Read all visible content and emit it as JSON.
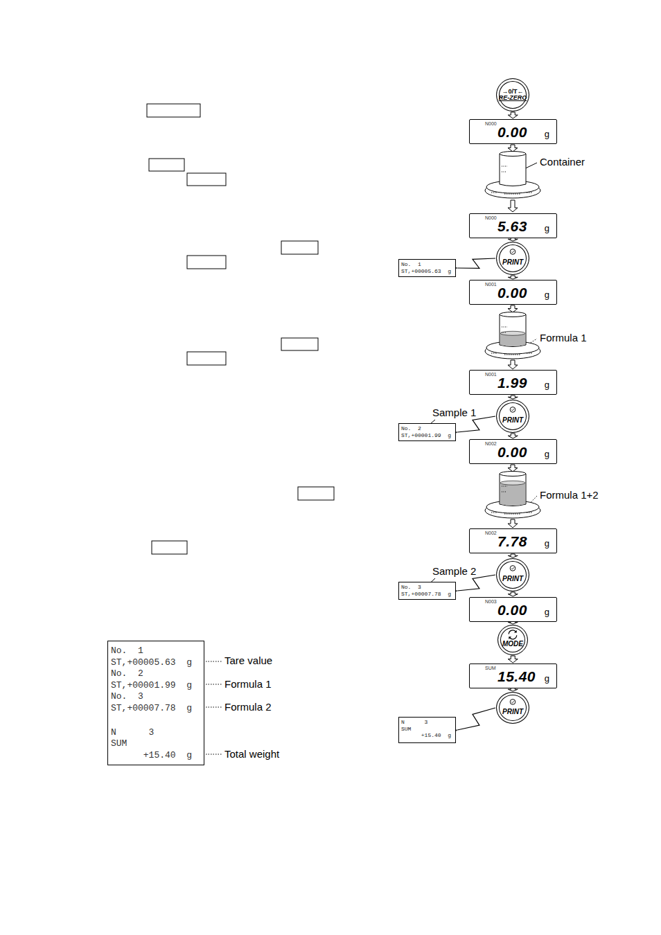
{
  "diagram": {
    "nodes": [
      {
        "text": [
          "→0/T←",
          "RE-ZERO"
        ]
      },
      {
        "text": [
          "N000",
          "0.00",
          "g"
        ]
      },
      {
        "text": [
          "N000",
          "5.63",
          "g"
        ]
      },
      {
        "text": [
          "No.  1",
          "ST,+00005.63  g"
        ]
      },
      {
        "text": [
          "PRINT"
        ]
      },
      {
        "text": [
          "N001",
          "0.00",
          "g"
        ]
      },
      {
        "text": [
          "N001",
          "1.99",
          "g"
        ]
      },
      {
        "text": [
          "No.  2",
          "ST,+00001.99  g"
        ]
      },
      {
        "text": [
          "PRINT"
        ]
      },
      {
        "text": [
          "N002",
          "0.00",
          "g"
        ]
      },
      {
        "text": [
          "N002",
          "7.78",
          "g"
        ]
      },
      {
        "text": [
          "No.  3",
          "ST,+00007.78  g"
        ]
      },
      {
        "text": [
          "PRINT"
        ]
      },
      {
        "text": [
          "N003",
          "0.00",
          "g"
        ]
      },
      {
        "text": [
          "MODE"
        ]
      },
      {
        "text": [
          "SUM",
          "15.40",
          "g"
        ]
      },
      {
        "text": [
          "No.  1",
          "ST,+00005.63  g",
          "No.  2",
          "ST,+00001.99  g",
          "No.  3",
          "ST,+00007.78  g",
          "N      3",
          "SUM",
          "      +15.40  g"
        ]
      },
      {
        "text": [
          "PRINT"
        ]
      },
      {
        "text": [
          "N      3",
          "SUM",
          "      +15.40  g"
        ]
      }
    ],
    "edges": [
      {
        "from": 0,
        "to": 1,
        "arrow": "to"
      },
      {
        "from": 2,
        "to": 4,
        "arrow": "to"
      },
      {
        "from": 4,
        "to": 5,
        "arrow": "to"
      },
      {
        "from": 4,
        "to": 3,
        "arrow": "to"
      },
      {
        "from": 6,
        "to": 8,
        "arrow": "to"
      },
      {
        "from": 8,
        "to": 9,
        "arrow": "to"
      },
      {
        "from": 8,
        "to": 7,
        "arrow": "to"
      },
      {
        "from": 10,
        "to": 12,
        "arrow": "to"
      },
      {
        "from": 12,
        "to": 13,
        "arrow": "to"
      },
      {
        "from": 12,
        "to": 11,
        "arrow": "to"
      },
      {
        "from": 13,
        "to": 14,
        "arrow": "to"
      },
      {
        "from": 14,
        "to": 15,
        "arrow": "to"
      },
      {
        "from": 15,
        "to": 17,
        "arrow": "to"
      },
      {
        "from": 17,
        "to": 18,
        "arrow": "to"
      }
    ],
    "labels": [
      "Container",
      "Formula 1",
      "Formula 1+2",
      "Sample 1",
      "Sample 2",
      "Tare value",
      "Formula 1",
      "Formula 2",
      "Total weight"
    ]
  }
}
